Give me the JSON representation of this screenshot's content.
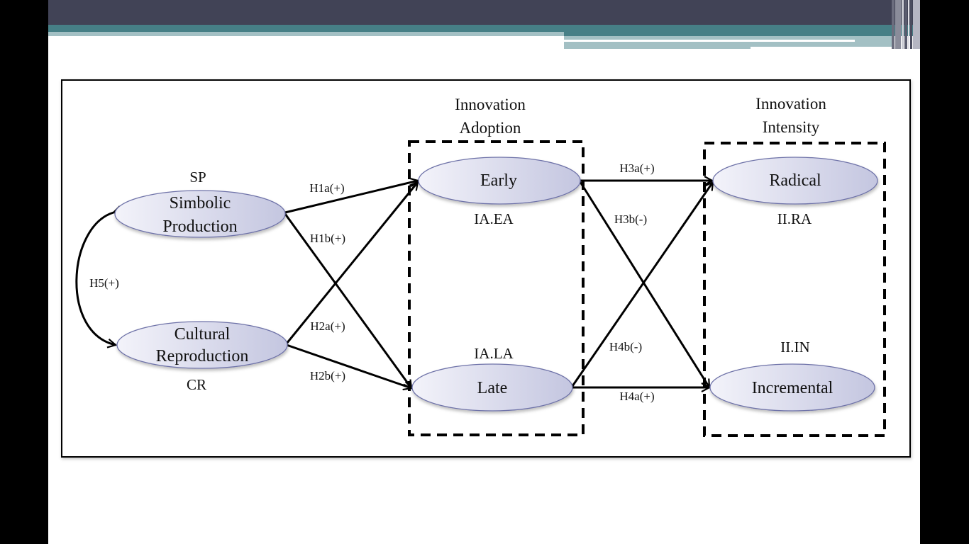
{
  "slide": {
    "colors": {
      "header_dark": "#414356",
      "header_teal": "#467f86",
      "header_light": "#a3c0c4",
      "node_fill_start": "#f3f3fa",
      "node_fill_end": "#c4c6e0",
      "node_stroke": "#6e72a8"
    }
  },
  "diagram": {
    "groups": [
      {
        "id": "innovation-adoption",
        "title_line1": "Innovation",
        "title_line2": "Adoption"
      },
      {
        "id": "innovation-intensity",
        "title_line1": "Innovation",
        "title_line2": "Intensity"
      }
    ],
    "nodes": {
      "sp": {
        "line1": "Simbolic",
        "line2": "Production",
        "code": "SP"
      },
      "cr": {
        "line1": "Cultural",
        "line2": "Reproduction",
        "code": "CR"
      },
      "early": {
        "label": "Early",
        "code": "IA.EA"
      },
      "late": {
        "label": "Late",
        "code": "IA.LA"
      },
      "radical": {
        "label": "Radical",
        "code": "II.RA"
      },
      "incremental": {
        "label": "Incremental",
        "code": "II.IN"
      }
    },
    "hypotheses": {
      "h1a": "H1a(+)",
      "h1b": "H1b(+)",
      "h2a": "H2a(+)",
      "h2b": "H2b(+)",
      "h3a": "H3a(+)",
      "h3b": "H3b(-)",
      "h4a": "H4a(+)",
      "h4b": "H4b(-)",
      "h5": "H5(+)"
    },
    "edges": [
      {
        "from": "SP",
        "to": "IA.EA",
        "label": "H1a(+)"
      },
      {
        "from": "SP",
        "to": "IA.LA",
        "label": "H1b(+)"
      },
      {
        "from": "CR",
        "to": "IA.EA",
        "label": "H2a(+)"
      },
      {
        "from": "CR",
        "to": "IA.LA",
        "label": "H2b(+)"
      },
      {
        "from": "IA.EA",
        "to": "II.RA",
        "label": "H3a(+)"
      },
      {
        "from": "IA.EA",
        "to": "II.IN",
        "label": "H3b(-)"
      },
      {
        "from": "IA.LA",
        "to": "II.IN",
        "label": "H4a(+)"
      },
      {
        "from": "IA.LA",
        "to": "II.RA",
        "label": "H4b(-)"
      },
      {
        "from": "SP",
        "to": "CR",
        "label": "H5(+)",
        "bidirectional": true
      }
    ]
  }
}
